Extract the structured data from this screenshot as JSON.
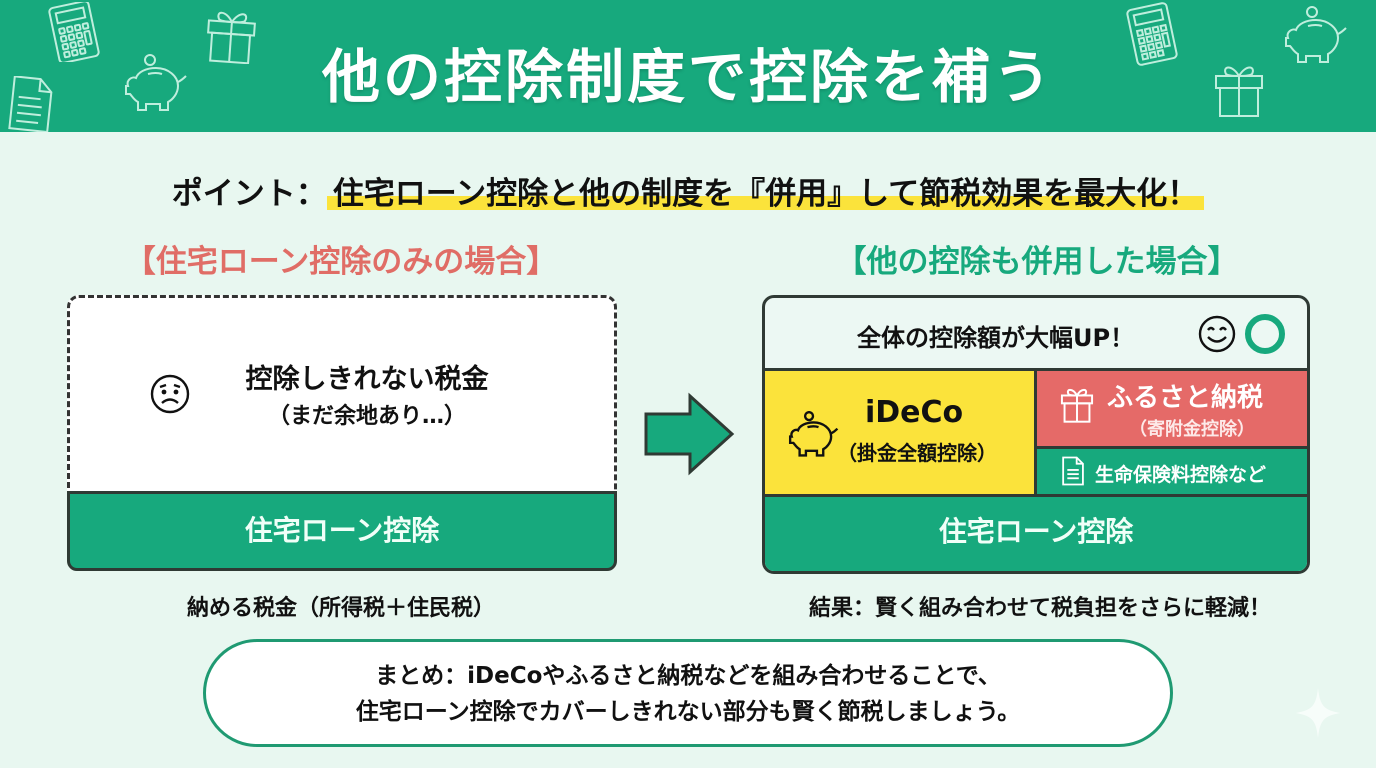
{
  "header": {
    "title": "他の控除制度で控除を補う",
    "decor_icons": [
      "calculator-icon",
      "gift-icon",
      "piggy-bank-icon",
      "document-icon"
    ]
  },
  "point": {
    "prefix": "ポイント：",
    "highlight": "住宅ローン控除と他の制度を『併用』して節税効果を最大化！"
  },
  "left_case": {
    "title": "【住宅ローン控除のみの場合】",
    "unused_main": "控除しきれない税金",
    "unused_sub": "（まだ余地あり…）",
    "bar_label": "住宅ローン控除",
    "caption": "納める税金（所得税＋住民税）"
  },
  "right_case": {
    "title": "【他の控除も併用した場合】",
    "up_text": "全体の控除額が大幅UP！",
    "ideco_name": "iDeCo",
    "ideco_sub": "（掛金全額控除）",
    "furusato_name": "ふるさと納税",
    "furusato_sub": "（寄附金控除）",
    "seimei": "生命保険料控除など",
    "bar_label": "住宅ローン控除",
    "caption": "結果：賢く組み合わせて税負担をさらに軽減！"
  },
  "summary": {
    "line1": "まとめ：iDeCoやふるさと納税などを組み合わせることで、",
    "line2": "住宅ローン控除でカバーしきれない部分も賢く節税しましょう。"
  },
  "colors": {
    "brand_green": "#17a97d",
    "accent_red": "#e06d66",
    "highlight_yellow": "#fbe33b",
    "background": "#e8f7f0"
  }
}
